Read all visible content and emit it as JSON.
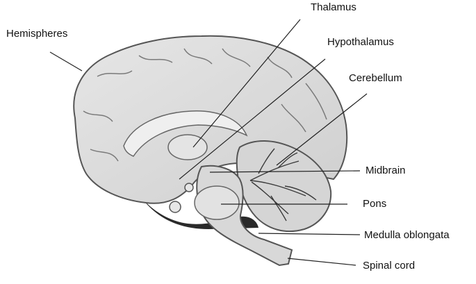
{
  "labels": {
    "hemispheres": "Hemispheres",
    "thalamus": "Thalamus",
    "hypothalamus": "Hypothalamus",
    "cerebellum": "Cerebellum",
    "midbrain": "Midbrain",
    "pons": "Pons",
    "medulla": "Medulla oblongata",
    "spinal_cord": "Spinal cord"
  },
  "colors": {
    "brain_fill": "#dcdcdc",
    "brain_outline": "#555555",
    "dark_region": "#2a2a2a",
    "leader_line": "#222222"
  }
}
